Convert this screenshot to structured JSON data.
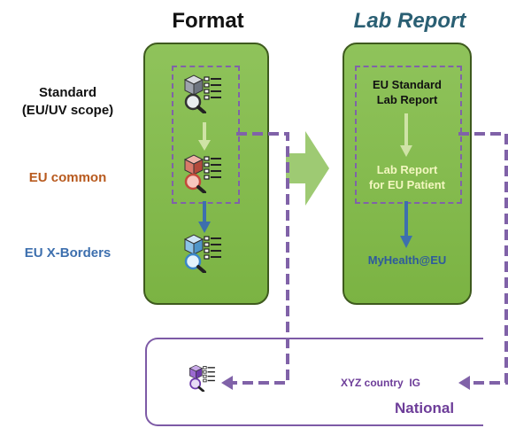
{
  "headers": {
    "format": "Format",
    "lab_report": "Lab Report"
  },
  "rows": {
    "standard": "Standard\n(EU/UV scope)",
    "eu_common": "EU common",
    "eu_xborders": "EU X-Borders"
  },
  "lab": {
    "eu_standard": "EU Standard\nLab Report",
    "eu_patient": "Lab Report\nfor EU Patient",
    "myhealth": "MyHealth@EU"
  },
  "national": {
    "label": "National",
    "ig": "XYZ country  IG"
  },
  "colors": {
    "panel_green": "#86bc52",
    "dashed_purple": "#8062a8",
    "national_purple": "#7d5aa6",
    "eu_common_orange": "#b85a1e",
    "xborders_blue": "#3d6fae"
  }
}
